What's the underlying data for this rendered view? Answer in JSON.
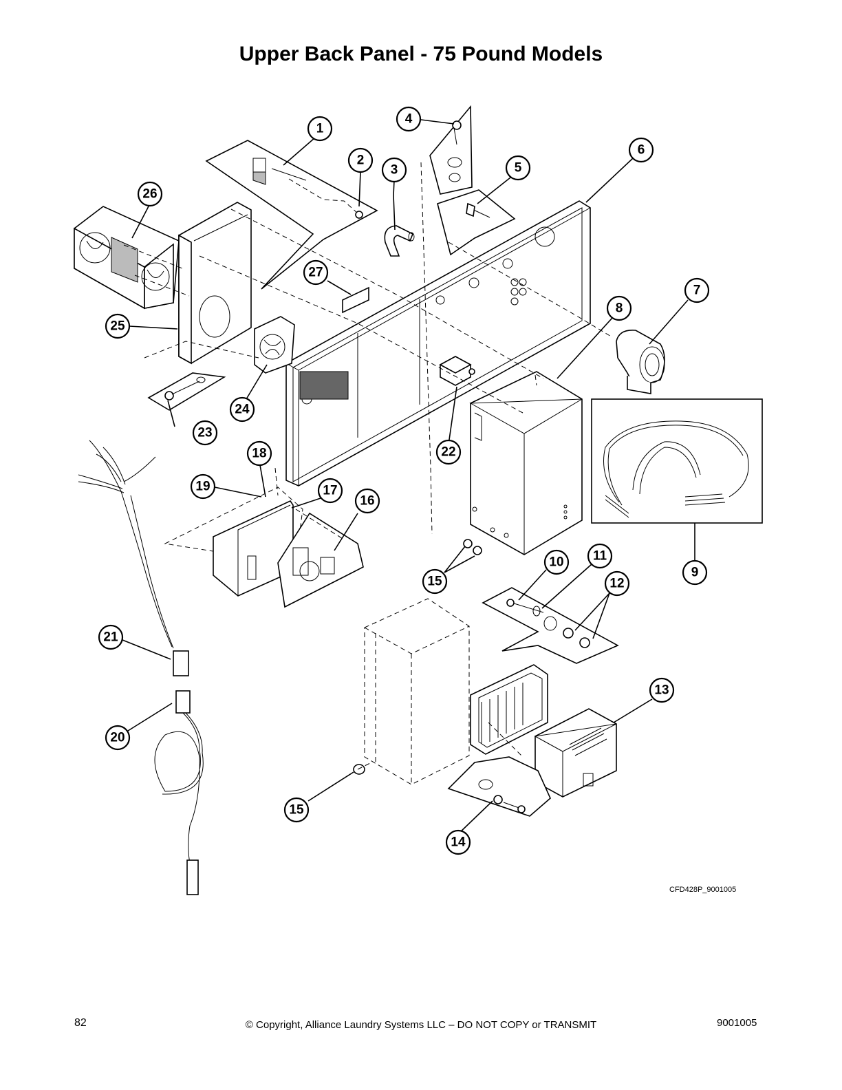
{
  "page": {
    "title": "Upper Back Panel - 75 Pound Models",
    "drawing_id": "CFD428P_9001005",
    "page_number": "82",
    "copyright": "© Copyright, Alliance Laundry Systems LLC – DO NOT COPY or TRANSMIT",
    "document_number": "9001005"
  },
  "callouts": [
    {
      "id": "c1",
      "label": "1"
    },
    {
      "id": "c2",
      "label": "2"
    },
    {
      "id": "c3",
      "label": "3"
    },
    {
      "id": "c4",
      "label": "4"
    },
    {
      "id": "c5",
      "label": "5"
    },
    {
      "id": "c6",
      "label": "6"
    },
    {
      "id": "c7",
      "label": "7"
    },
    {
      "id": "c8",
      "label": "8"
    },
    {
      "id": "c9",
      "label": "9"
    },
    {
      "id": "c10",
      "label": "10"
    },
    {
      "id": "c11",
      "label": "11"
    },
    {
      "id": "c12",
      "label": "12"
    },
    {
      "id": "c13",
      "label": "13"
    },
    {
      "id": "c14",
      "label": "14"
    },
    {
      "id": "c15a",
      "label": "15"
    },
    {
      "id": "c15b",
      "label": "15"
    },
    {
      "id": "c16",
      "label": "16"
    },
    {
      "id": "c17",
      "label": "17"
    },
    {
      "id": "c18",
      "label": "18"
    },
    {
      "id": "c19",
      "label": "19"
    },
    {
      "id": "c20",
      "label": "20"
    },
    {
      "id": "c21",
      "label": "21"
    },
    {
      "id": "c22",
      "label": "22"
    },
    {
      "id": "c23",
      "label": "23"
    },
    {
      "id": "c24",
      "label": "24"
    },
    {
      "id": "c25",
      "label": "25"
    },
    {
      "id": "c26",
      "label": "26"
    },
    {
      "id": "c27",
      "label": "27"
    }
  ]
}
